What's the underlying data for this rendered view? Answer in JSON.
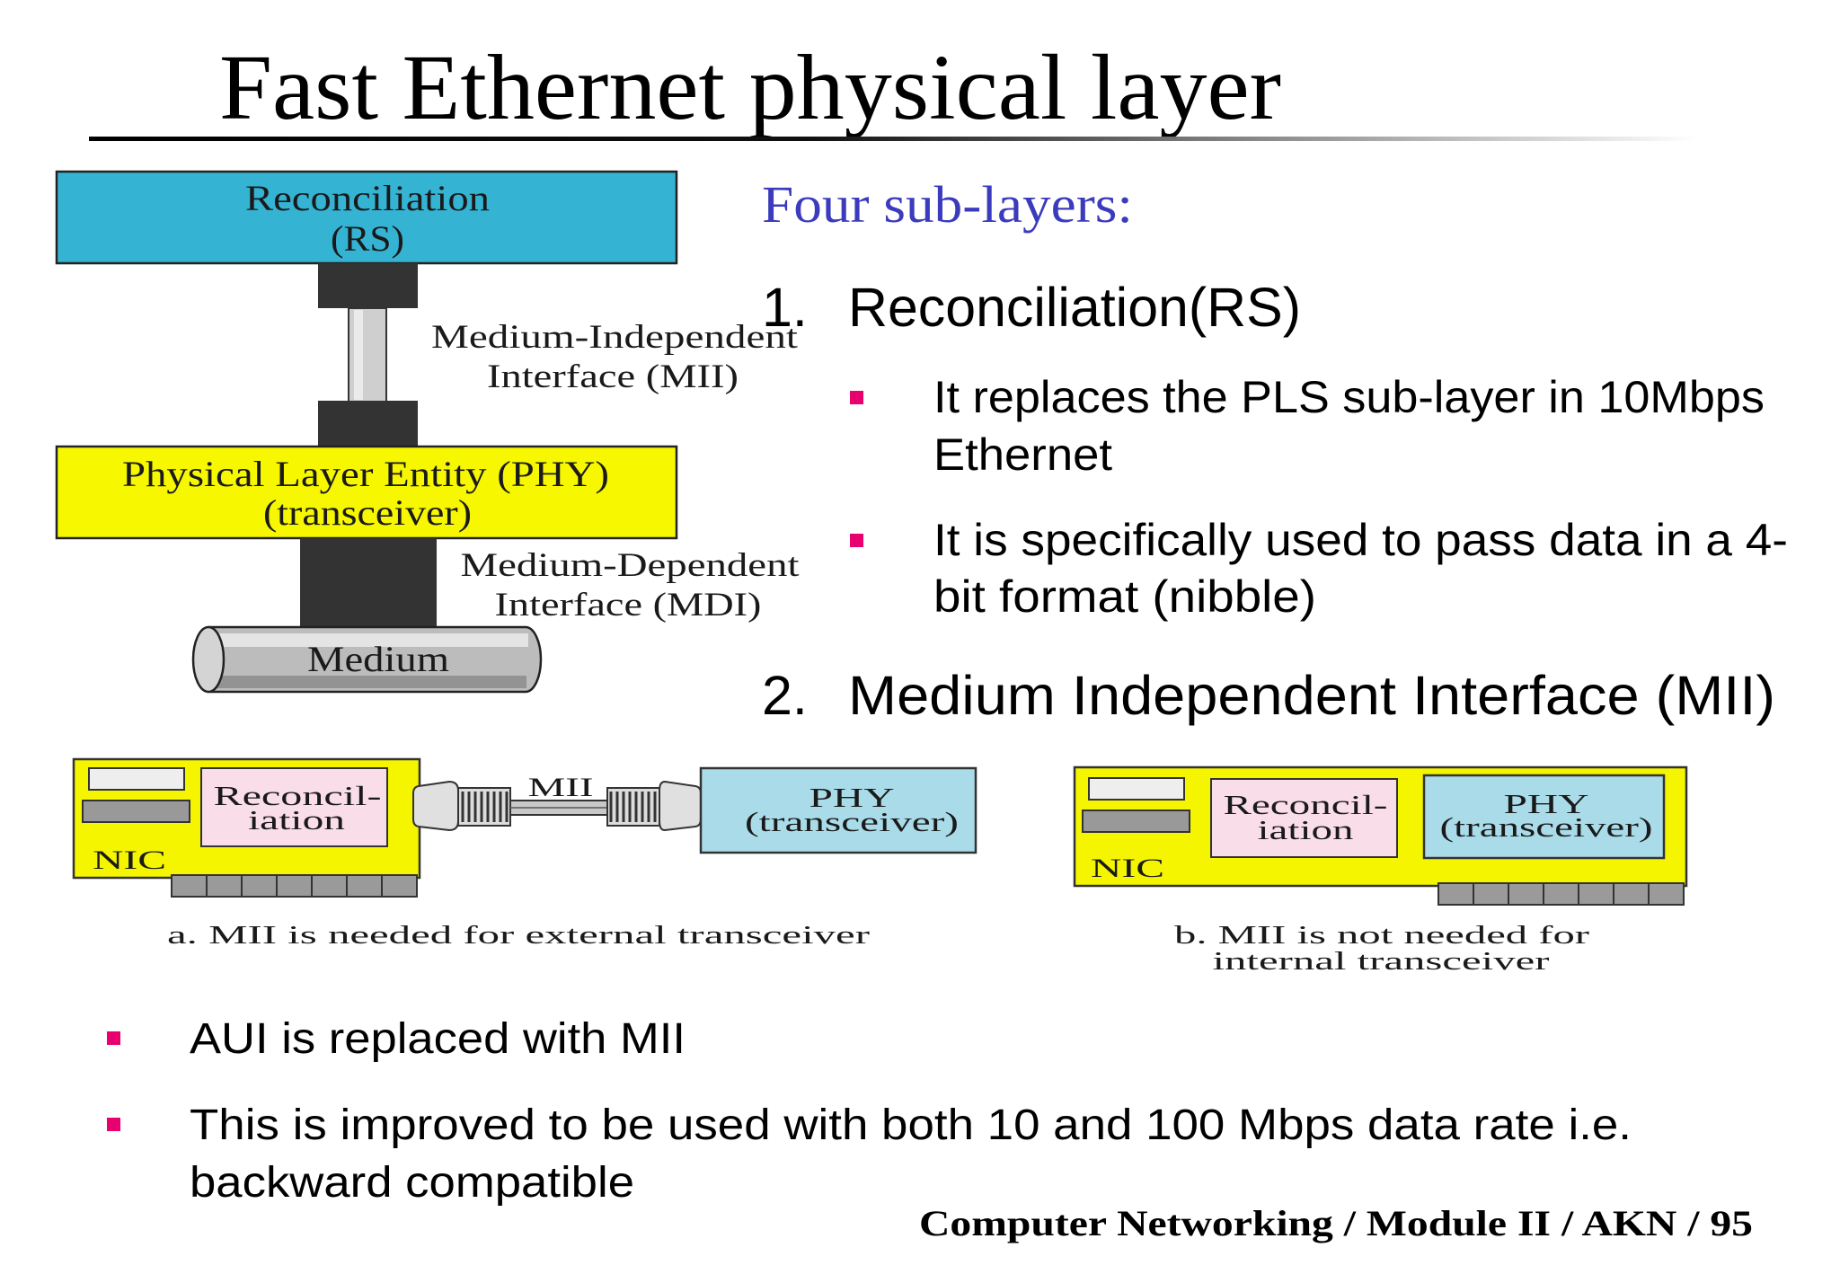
{
  "slide": {
    "title": "Fast Ethernet physical layer",
    "footer": "Computer Networking / Module II / AKN / 95"
  },
  "layer_stack": {
    "reconciliation": {
      "line1": "Reconciliation",
      "line2": "(RS)"
    },
    "mii_label": {
      "line1": "Medium-Independent",
      "line2": "Interface (MII)"
    },
    "phy": {
      "line1": "Physical Layer Entity (PHY)",
      "line2": "(transceiver)"
    },
    "mdi_label": {
      "line1": "Medium-Dependent",
      "line2": "Interface (MDI)"
    },
    "medium": "Medium"
  },
  "sublayers": {
    "heading": "Four sub-layers:",
    "items": [
      {
        "number": "1.",
        "title": "Reconciliation(RS)",
        "bullets": [
          {
            "lines": [
              "It replaces the PLS sub-layer in 10Mbps",
              "Ethernet"
            ]
          },
          {
            "lines": [
              "It is specifically used to pass data in a 4-",
              "bit format (nibble)"
            ]
          }
        ]
      },
      {
        "number": "2.",
        "title": "Medium Independent Interface (MII)"
      }
    ]
  },
  "nic_diagrams": {
    "external": {
      "nic_label": "NIC",
      "reconciliation": {
        "line1": "Reconcil-",
        "line2": "iation"
      },
      "cable_label": "MII",
      "phy": {
        "line1": "PHY",
        "line2": "(transceiver)"
      },
      "caption": [
        "a. MII is needed for external transceiver"
      ]
    },
    "internal": {
      "nic_label": "NIC",
      "reconciliation": {
        "line1": "Reconcil-",
        "line2": "iation"
      },
      "phy": {
        "line1": "PHY",
        "line2": "(transceiver)"
      },
      "caption": [
        "b. MII is not needed for",
        "internal transceiver"
      ]
    }
  },
  "notes": {
    "bullets": [
      {
        "lines": [
          "AUI is replaced with MII"
        ]
      },
      {
        "lines": [
          "This is improved to be used with both 10 and 100 Mbps data rate i.e.",
          "backward compatible"
        ]
      }
    ]
  },
  "colors": {
    "reconciliation_fill": "#35b3d3",
    "phy_fill": "#f7f700",
    "nic_fill": "#f5f500",
    "phy_box_fill": "#a9dbe9",
    "reconcil_box_fill": "#f9dde9",
    "heading": "#3b3bbd",
    "bullet": "#e8006f"
  },
  "icons": {
    "bullet": "square-bullet-icon"
  }
}
